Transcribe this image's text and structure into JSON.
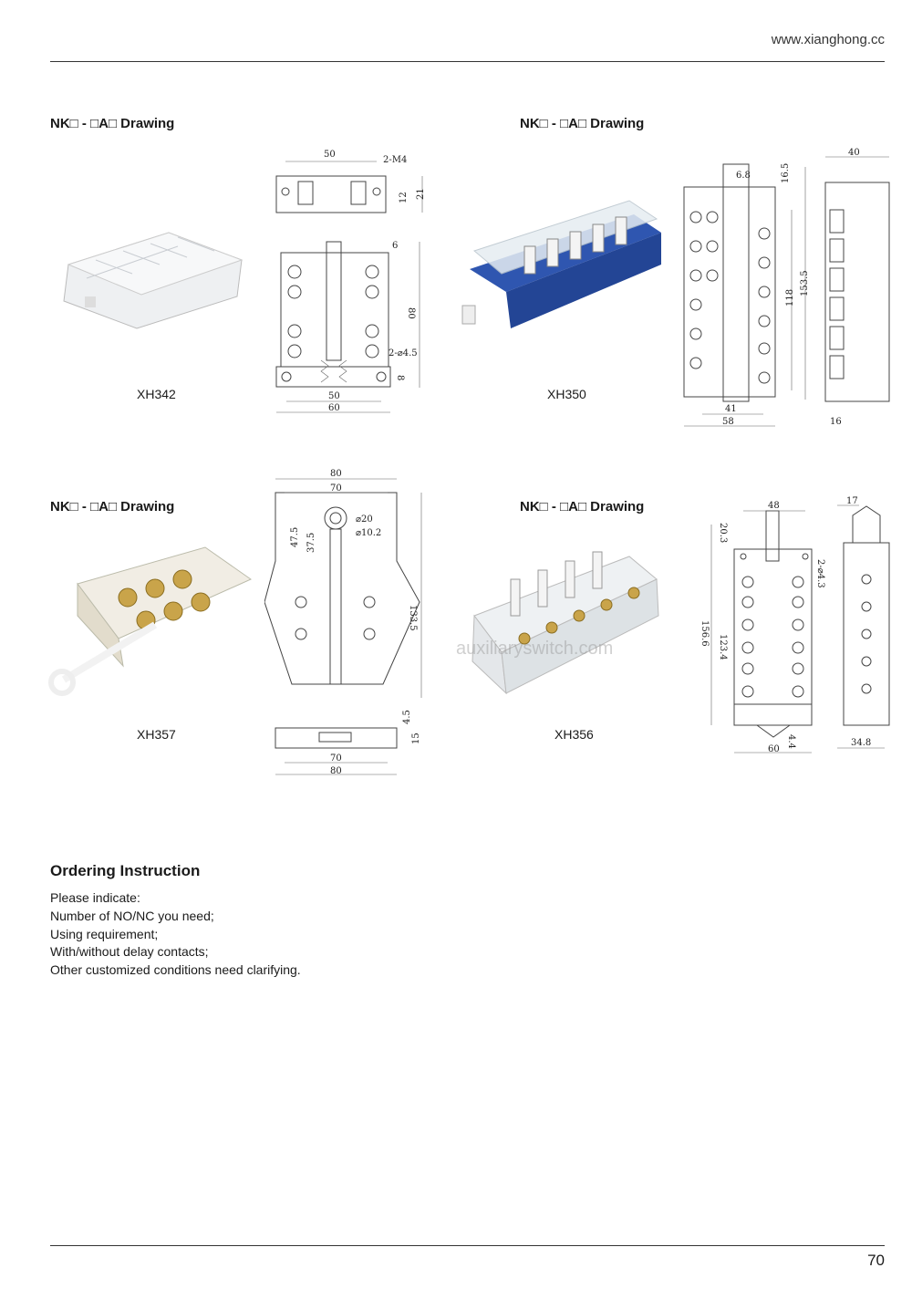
{
  "header": {
    "url": "www.xianghong.cc"
  },
  "sections": [
    {
      "heading": "NK□ - □A□ Drawing",
      "model": "XH342",
      "dims": [
        "50",
        "2-M4",
        "21",
        "12",
        "6",
        "80",
        "2-⌀4.5",
        "8",
        "50",
        "60"
      ]
    },
    {
      "heading": "NK□ - □A□ Drawing",
      "model": "XH350",
      "dims": [
        "6.8",
        "16.5",
        "153.5",
        "118",
        "41",
        "58",
        "40",
        "16"
      ]
    },
    {
      "heading": "NK□ - □A□ Drawing",
      "model": "XH357",
      "dims": [
        "80",
        "70",
        "⌀20",
        "⌀10.2",
        "47.5",
        "37.5",
        "133.5",
        "4.5",
        "15",
        "70",
        "80"
      ]
    },
    {
      "heading": "NK□ - □A□ Drawing",
      "model": "XH356",
      "dims": [
        "48",
        "20.3",
        "2-⌀4.3",
        "156.6",
        "123.4",
        "4.4",
        "60",
        "17",
        "34.8"
      ]
    }
  ],
  "watermark": "auxiliaryswitch.com",
  "ordering": {
    "title": "Ordering Instruction",
    "lines": [
      "Please indicate:",
      "Number of NO/NC you need;",
      "Using requirement;",
      "With/without delay contacts;",
      "Other customized conditions need clarifying."
    ]
  },
  "footer": {
    "page_number": "70"
  }
}
